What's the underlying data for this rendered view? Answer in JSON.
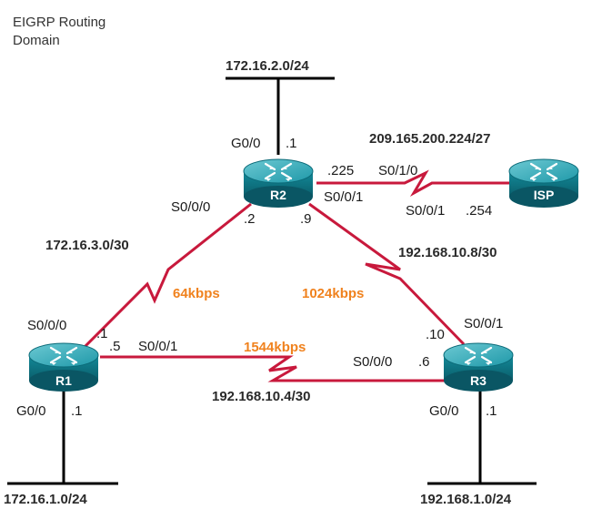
{
  "title": {
    "line1": "EIGRP Routing",
    "line2": "Domain"
  },
  "colors": {
    "serial_link": "#c8193c",
    "ethernet": "#000000",
    "bandwidth": "#f0821e",
    "router_top": "#2aa1b0",
    "router_body": "#0e6f7e"
  },
  "routers": {
    "r1": "R1",
    "r2": "R2",
    "r3": "R3",
    "isp": "ISP"
  },
  "networks": {
    "lan_r2": "172.16.2.0/24",
    "lan_r1": "172.16.1.0/24",
    "lan_r3": "192.168.1.0/24",
    "r1_r2": "172.16.3.0/30",
    "r2_r3": "192.168.10.8/30",
    "r1_r3": "192.168.10.4/30",
    "r2_isp": "209.165.200.224/27"
  },
  "bandwidth": {
    "r1_r2": "64kbps",
    "r2_r3": "1024kbps",
    "r1_r3": "1544kbps"
  },
  "interfaces": {
    "r2_g00": "G0/0",
    "r2_g00_ip": ".1",
    "r2_s010": "S0/1/0",
    "r2_s010_ip": ".225",
    "r2_s000": "S0/0/0",
    "r2_s000_ip": ".2",
    "r2_s001": "S0/0/1",
    "r2_s001_ip": ".9",
    "isp_s001": "S0/0/1",
    "isp_s001_ip": ".254",
    "r1_s000": "S0/0/0",
    "r1_s000_ip": ".1",
    "r1_s001": "S0/0/1",
    "r1_s001_ip": ".5",
    "r1_g00": "G0/0",
    "r1_g00_ip": ".1",
    "r3_s001": "S0/0/1",
    "r3_s001_ip": ".10",
    "r3_s000": "S0/0/0",
    "r3_s000_ip": ".6",
    "r3_g00": "G0/0",
    "r3_g00_ip": ".1"
  }
}
